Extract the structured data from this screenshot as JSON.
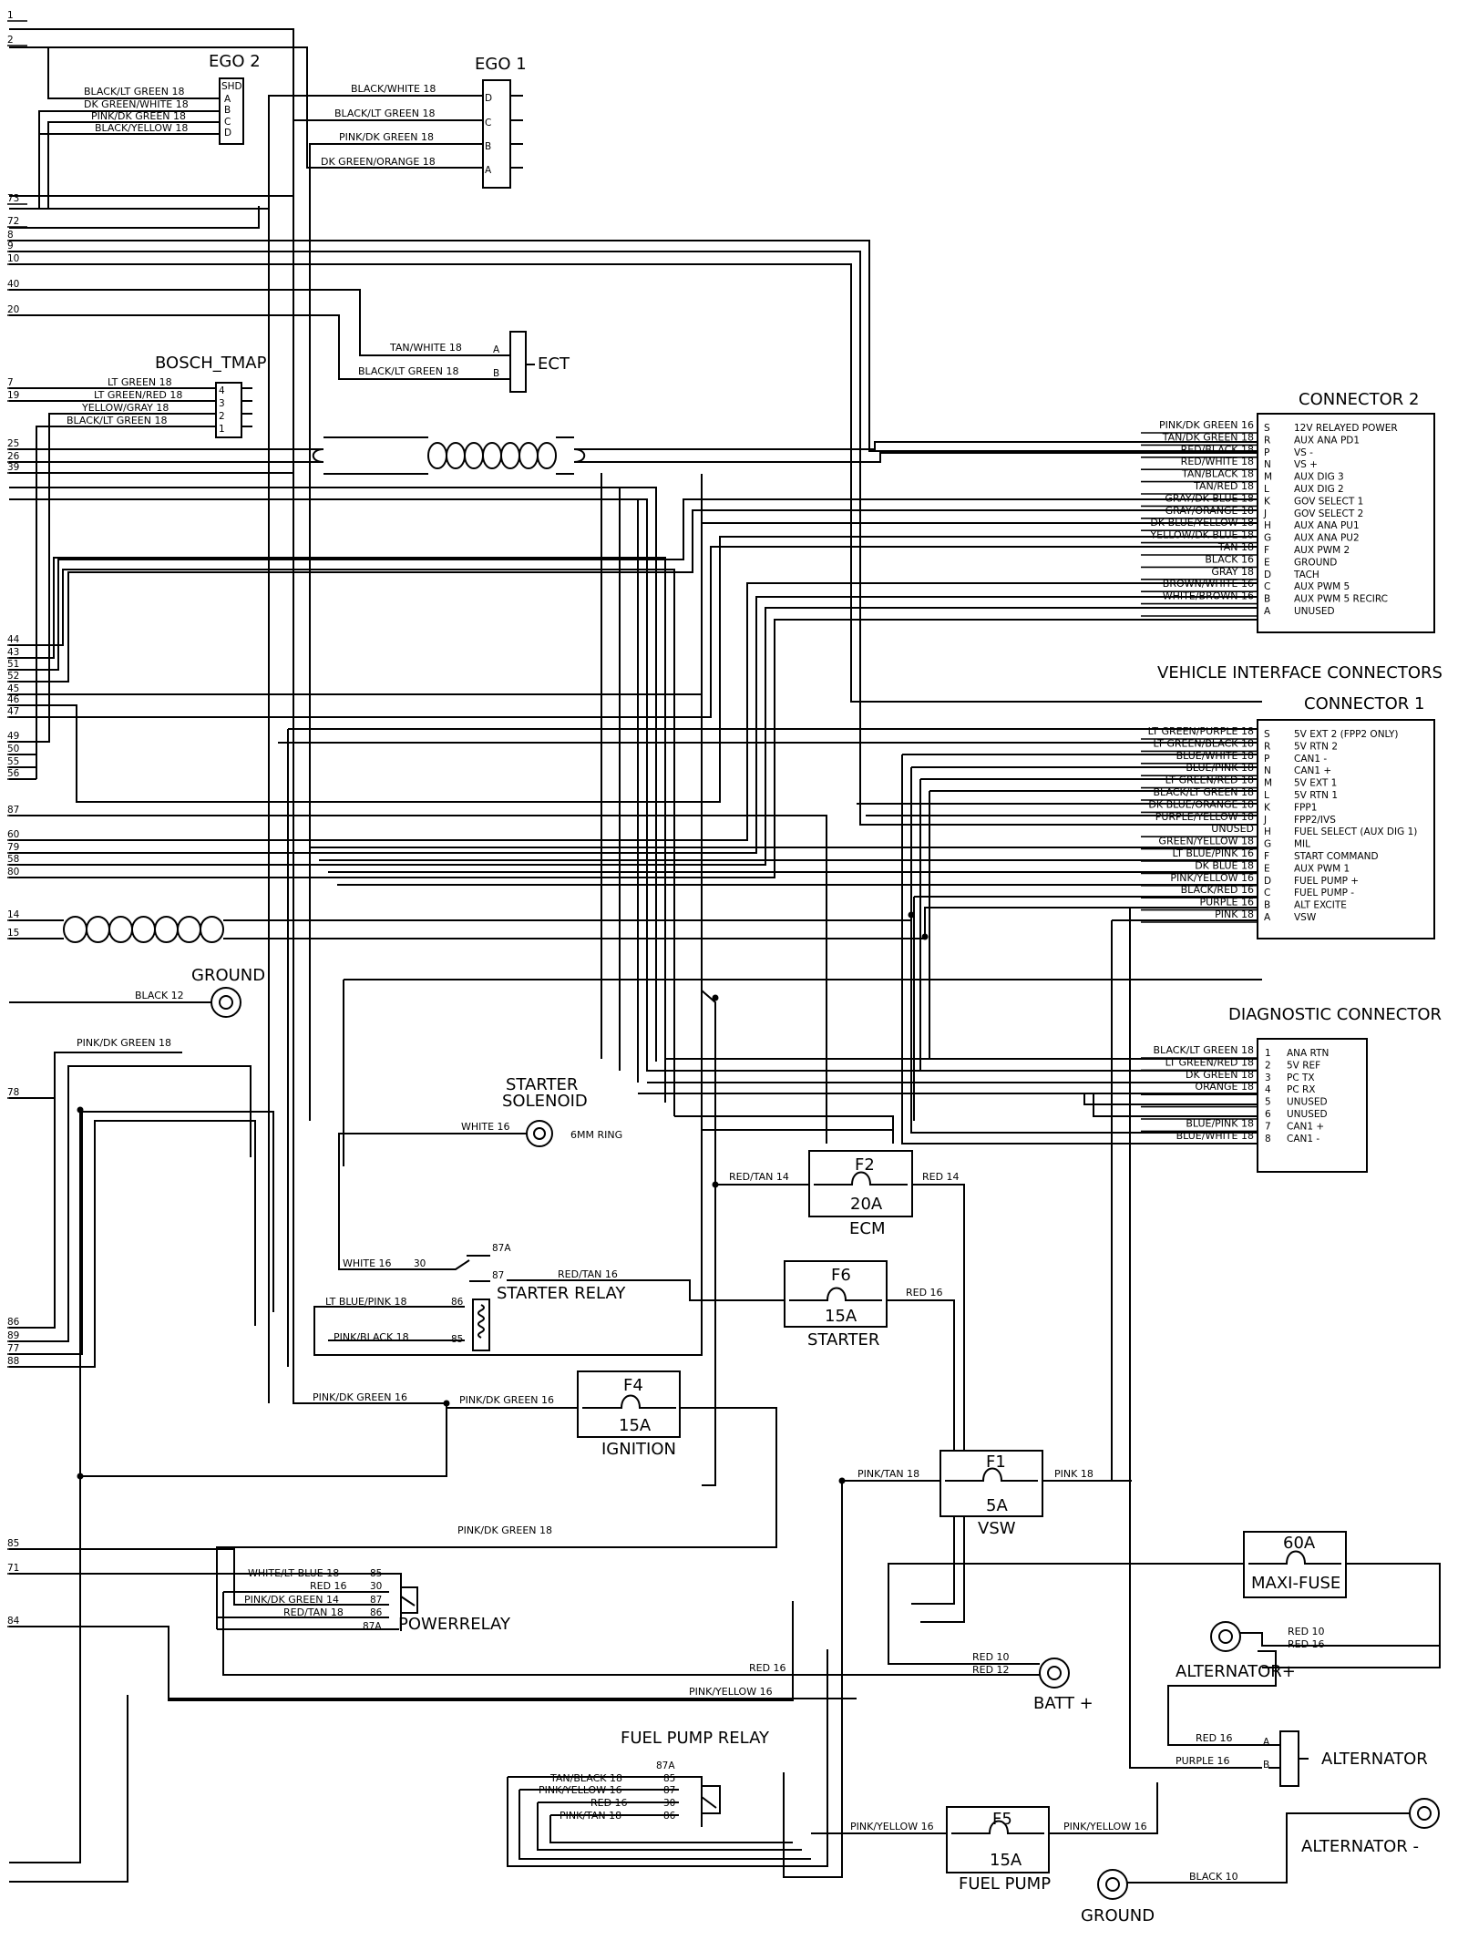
{
  "left_pins": [
    "1",
    "2",
    "73",
    "72",
    "8",
    "9",
    "10",
    "40",
    "20",
    "7",
    "19",
    "25",
    "26",
    "39",
    "44",
    "43",
    "51",
    "52",
    "45",
    "46",
    "47",
    "49",
    "50",
    "55",
    "56",
    "87",
    "60",
    "79",
    "58",
    "80",
    "14",
    "15",
    "78",
    "86",
    "89",
    "77",
    "88",
    "85",
    "71",
    "84"
  ],
  "ego2": {
    "title": "EGO 2",
    "pins": [
      "SHD",
      "A",
      "B",
      "C",
      "D"
    ],
    "wires": [
      "BLACK/LT GREEN 18",
      "DK GREEN/WHITE 18",
      "PINK/DK GREEN 18",
      "BLACK/YELLOW 18"
    ]
  },
  "ego1": {
    "title": "EGO 1",
    "pins": [
      "D",
      "C",
      "B",
      "A"
    ],
    "wires": [
      "BLACK/WHITE 18",
      "BLACK/LT GREEN 18",
      "PINK/DK GREEN 18",
      "DK GREEN/ORANGE 18"
    ]
  },
  "ect": {
    "title": "ECT",
    "pins": [
      "A",
      "B"
    ],
    "wires": [
      "TAN/WHITE 18",
      "BLACK/LT GREEN 18"
    ]
  },
  "tmap": {
    "title": "BOSCH_TMAP",
    "pins": [
      "4",
      "3",
      "2",
      "1"
    ],
    "wires": [
      "LT GREEN 18",
      "LT GREEN/RED 18",
      "YELLOW/GRAY 18",
      "BLACK/LT GREEN 18"
    ]
  },
  "connector2": {
    "title": "CONNECTOR 2",
    "rows": [
      {
        "wire": "PINK/DK GREEN 16",
        "pin": "S",
        "func": "12V RELAYED POWER"
      },
      {
        "wire": "TAN/DK GREEN 18",
        "pin": "R",
        "func": "AUX ANA PD1"
      },
      {
        "wire": "RED/BLACK 18",
        "pin": "P",
        "func": "VS -"
      },
      {
        "wire": "RED/WHITE 18",
        "pin": "N",
        "func": "VS +"
      },
      {
        "wire": "TAN/BLACK 18",
        "pin": "M",
        "func": "AUX DIG 3"
      },
      {
        "wire": "TAN/RED 18",
        "pin": "L",
        "func": "AUX DIG 2"
      },
      {
        "wire": "GRAY/DK BLUE 18",
        "pin": "K",
        "func": "GOV SELECT 1"
      },
      {
        "wire": "GRAY/ORANGE 18",
        "pin": "J",
        "func": "GOV SELECT 2"
      },
      {
        "wire": "DK BLUE/YELLOW 18",
        "pin": "H",
        "func": "AUX ANA PU1"
      },
      {
        "wire": "YELLOW/DK BLUE 18",
        "pin": "G",
        "func": "AUX ANA PU2"
      },
      {
        "wire": "TAN 18",
        "pin": "F",
        "func": "AUX PWM 2"
      },
      {
        "wire": "BLACK 16",
        "pin": "E",
        "func": "GROUND"
      },
      {
        "wire": "GRAY 18",
        "pin": "D",
        "func": "TACH"
      },
      {
        "wire": "BROWN/WHITE 16",
        "pin": "C",
        "func": "AUX PWM 5"
      },
      {
        "wire": "WHITE/BROWN 16",
        "pin": "B",
        "func": "AUX PWM 5 RECIRC"
      },
      {
        "wire": "",
        "pin": "A",
        "func": "UNUSED"
      }
    ]
  },
  "vic_title": "VEHICLE INTERFACE CONNECTORS",
  "connector1": {
    "title": "CONNECTOR 1",
    "rows": [
      {
        "wire": "LT GREEN/PURPLE 18",
        "pin": "S",
        "func": "5V EXT 2 (FPP2 ONLY)"
      },
      {
        "wire": "LT GREEN/BLACK 18",
        "pin": "R",
        "func": "5V RTN 2"
      },
      {
        "wire": "BLUE/WHITE 18",
        "pin": "P",
        "func": "CAN1 -"
      },
      {
        "wire": "BLUE/PINK 18",
        "pin": "N",
        "func": "CAN1 +"
      },
      {
        "wire": "LT GREEN/RED 18",
        "pin": "M",
        "func": "5V EXT 1"
      },
      {
        "wire": "BLACK/LT GREEN 18",
        "pin": "L",
        "func": "5V RTN 1"
      },
      {
        "wire": "DK BLUE/ORANGE 18",
        "pin": "K",
        "func": "FPP1"
      },
      {
        "wire": "PURPLE/YELLOW 18",
        "pin": "J",
        "func": "FPP2/IVS"
      },
      {
        "wire": "UNUSED",
        "pin": "H",
        "func": "FUEL SELECT (AUX DIG 1)"
      },
      {
        "wire": "GREEN/YELLOW 18",
        "pin": "G",
        "func": "MIL"
      },
      {
        "wire": "LT BLUE/PINK 16",
        "pin": "F",
        "func": "START COMMAND"
      },
      {
        "wire": "DK BLUE 18",
        "pin": "E",
        "func": "AUX PWM 1"
      },
      {
        "wire": "PINK/YELLOW 16",
        "pin": "D",
        "func": "FUEL PUMP +"
      },
      {
        "wire": "BLACK/RED 16",
        "pin": "C",
        "func": "FUEL PUMP -"
      },
      {
        "wire": "PURPLE 16",
        "pin": "B",
        "func": "ALT EXCITE"
      },
      {
        "wire": "PINK 18",
        "pin": "A",
        "func": "VSW"
      }
    ]
  },
  "diagnostic": {
    "title": "DIAGNOSTIC CONNECTOR",
    "rows": [
      {
        "wire": "BLACK/LT GREEN 18",
        "pin": "1",
        "func": "ANA RTN"
      },
      {
        "wire": "LT GREEN/RED 18",
        "pin": "2",
        "func": "5V REF"
      },
      {
        "wire": "DK GREEN 18",
        "pin": "3",
        "func": "PC TX"
      },
      {
        "wire": "ORANGE 18",
        "pin": "4",
        "func": "PC RX"
      },
      {
        "wire": "",
        "pin": "5",
        "func": "UNUSED"
      },
      {
        "wire": "",
        "pin": "6",
        "func": "UNUSED"
      },
      {
        "wire": "BLUE/PINK 18",
        "pin": "7",
        "func": "CAN1 +"
      },
      {
        "wire": "BLUE/WHITE 18",
        "pin": "8",
        "func": "CAN1 -"
      }
    ]
  },
  "ground1": {
    "title": "GROUND",
    "wire": "BLACK 12"
  },
  "harness_wire": "PINK/DK GREEN 18",
  "solenoid": {
    "title1": "STARTER",
    "title2": "SOLENOID",
    "wire": "WHITE 16",
    "ring": "6MM RING"
  },
  "starter_relay": {
    "title": "STARTER RELAY",
    "p87a": "87A",
    "p30": "30",
    "p87": "87",
    "p86": "86",
    "p85": "85",
    "w30": "WHITE 16",
    "w87": "RED/TAN 16",
    "w86": "LT BLUE/PINK 18",
    "w85": "PINK/BLACK 18"
  },
  "fuses": {
    "f2": {
      "name": "F2",
      "amp": "20A",
      "label": "ECM",
      "w_in": "RED/TAN 14",
      "w_out": "RED 14"
    },
    "f6": {
      "name": "F6",
      "amp": "15A",
      "label": "STARTER",
      "w_out": "RED 16"
    },
    "f4": {
      "name": "F4",
      "amp": "15A",
      "label": "IGNITION",
      "w_in": "PINK/DK GREEN 16",
      "w_in2": "PINK/DK GREEN 16"
    },
    "f1": {
      "name": "F1",
      "amp": "5A",
      "label": "VSW",
      "w_in": "PINK/TAN 18",
      "w_out": "PINK 18"
    },
    "f5": {
      "name": "F5",
      "amp": "15A",
      "label": "FUEL PUMP",
      "w_in": "PINK/YELLOW 16",
      "w_out": "PINK/YELLOW 16"
    },
    "maxi": {
      "amp": "60A",
      "label": "MAXI-FUSE"
    }
  },
  "power_relay": {
    "title": "POWERRELAY",
    "rows": [
      {
        "wire": "WHITE/LT BLUE 18",
        "pin": "85"
      },
      {
        "wire": "RED 16",
        "pin": "30"
      },
      {
        "wire": "PINK/DK GREEN 14",
        "pin": "87"
      },
      {
        "wire": "RED/TAN 18",
        "pin": "86"
      },
      {
        "wire": "",
        "pin": "87A"
      }
    ],
    "pink_dk_green": "PINK/DK GREEN 18"
  },
  "lower_wires": {
    "red16": "RED 16",
    "pink_yellow16": "PINK/YELLOW 16"
  },
  "batt": {
    "title": "BATT +",
    "w1": "RED 10",
    "w2": "RED 12"
  },
  "alt_plus": {
    "title": "ALTERNATOR+",
    "w1": "RED 10",
    "w2": "RED 16"
  },
  "alternator": {
    "title": "ALTERNATOR",
    "pinA": "A",
    "pinB": "B",
    "wA": "RED 16",
    "wB": "PURPLE 16"
  },
  "fuel_pump_relay": {
    "title": "FUEL PUMP RELAY",
    "rows": [
      {
        "wire": "",
        "pin": "87A"
      },
      {
        "wire": "TAN/BLACK 18",
        "pin": "85"
      },
      {
        "wire": "PINK/YELLOW 16",
        "pin": "87"
      },
      {
        "wire": "RED 16",
        "pin": "30"
      },
      {
        "wire": "PINK/TAN 18",
        "pin": "86"
      }
    ]
  },
  "alt_minus": {
    "title": "ALTERNATOR -"
  },
  "ground2": {
    "title": "GROUND",
    "wire": "BLACK 10"
  }
}
